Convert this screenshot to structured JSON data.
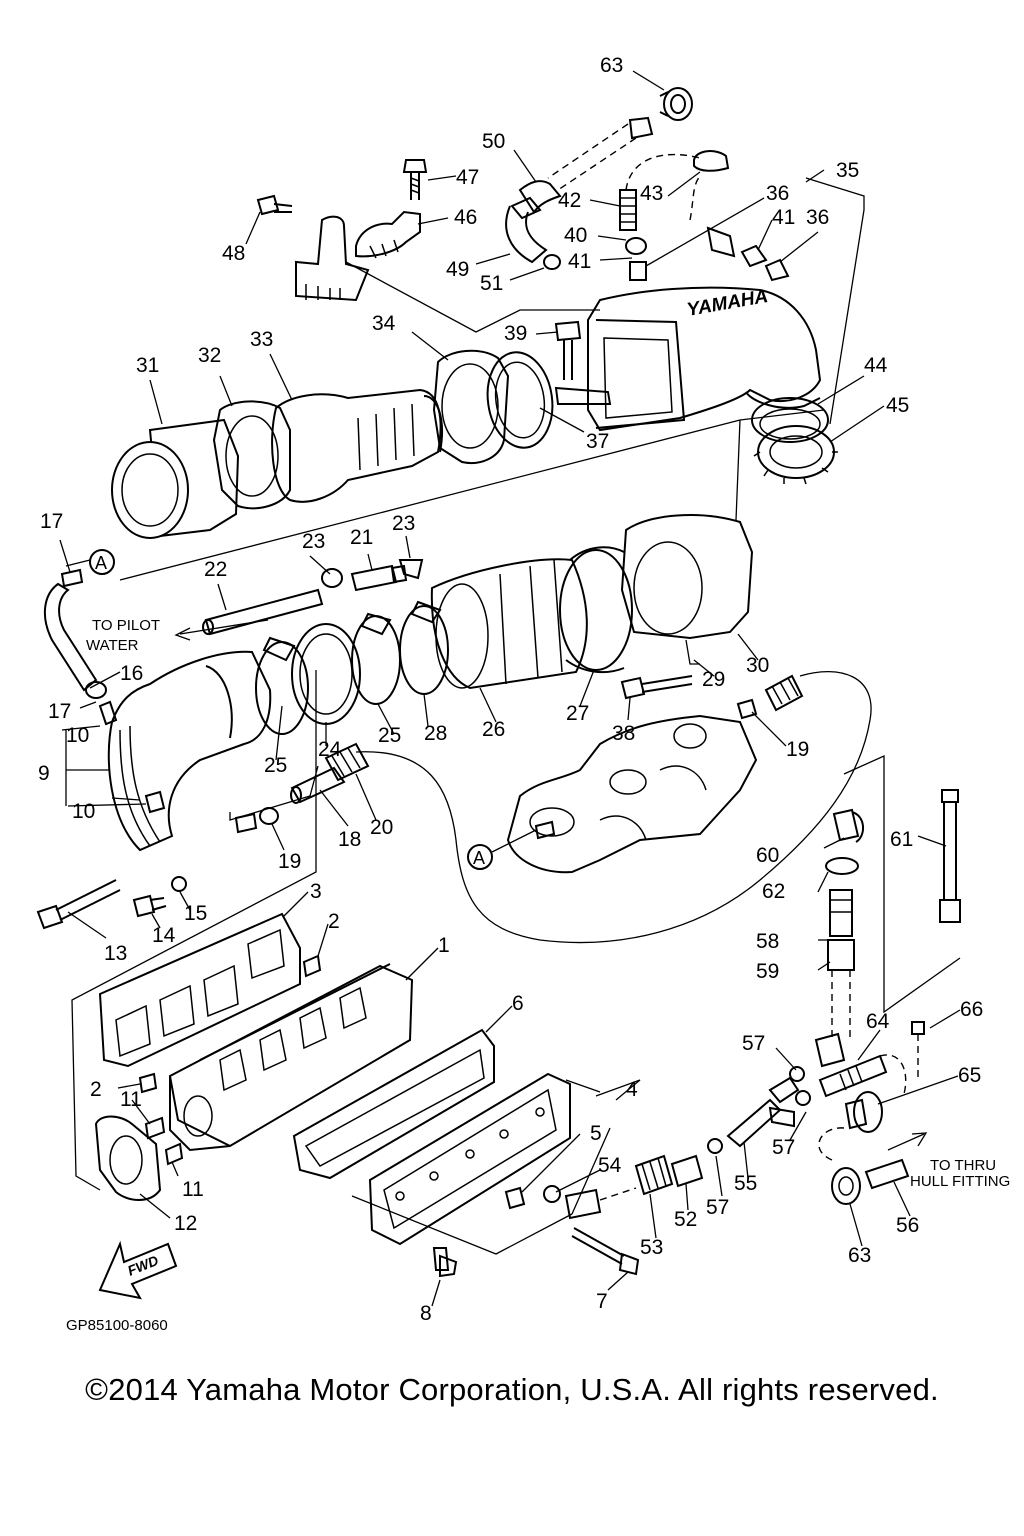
{
  "labels": {
    "l63a": "63",
    "l50": "50",
    "l47": "47",
    "l46": "46",
    "l48": "48",
    "l43": "43",
    "l42": "42",
    "l35": "35",
    "l36a": "36",
    "l36b": "36",
    "l41a": "41",
    "l40": "40",
    "l41b": "41",
    "l49": "49",
    "l51": "51",
    "l39": "39",
    "l34": "34",
    "l33": "33",
    "l32": "32",
    "l31": "31",
    "l44": "44",
    "l45": "45",
    "l37": "37",
    "l17a": "17",
    "l23a": "23",
    "l21": "21",
    "l23b": "23",
    "l22": "22",
    "l16": "16",
    "l17b": "17",
    "l10a": "10",
    "l9": "9",
    "l10b": "10",
    "l25a": "25",
    "l24": "24",
    "l25b": "25",
    "l28": "28",
    "l26": "26",
    "l27": "27",
    "l29": "29",
    "l30": "30",
    "l38": "38",
    "l19a": "19",
    "l18": "18",
    "l20": "20",
    "l19b": "19",
    "l13": "13",
    "l14": "14",
    "l15": "15",
    "l3": "3",
    "l2a": "2",
    "l1": "1",
    "l6": "6",
    "l2b": "2",
    "l4": "4",
    "l11a": "11",
    "l11b": "11",
    "l5": "5",
    "l12": "12",
    "l60": "60",
    "l61": "61",
    "l62": "62",
    "l58": "58",
    "l59": "59",
    "l66": "66",
    "l64": "64",
    "l57a": "57",
    "l65": "65",
    "l57b": "57",
    "l54": "54",
    "l55": "55",
    "l57c": "57",
    "l52": "52",
    "l53": "53",
    "l63b": "63",
    "l56": "56",
    "l7": "7",
    "l8": "8"
  },
  "callouts": {
    "A_upper": "A",
    "A_lower": "A",
    "to_pilot_water_1": "TO PILOT",
    "to_pilot_water_2": "WATER",
    "to_thru_hull_1": "TO THRU",
    "to_thru_hull_2": "HULL FITTING",
    "fwd": "FWD",
    "yamaha_logo": "YAMAHA"
  },
  "diagram_code": "GP85100-8060",
  "copyright": "©2014 Yamaha Motor Corporation, U.S.A. All rights reserved."
}
